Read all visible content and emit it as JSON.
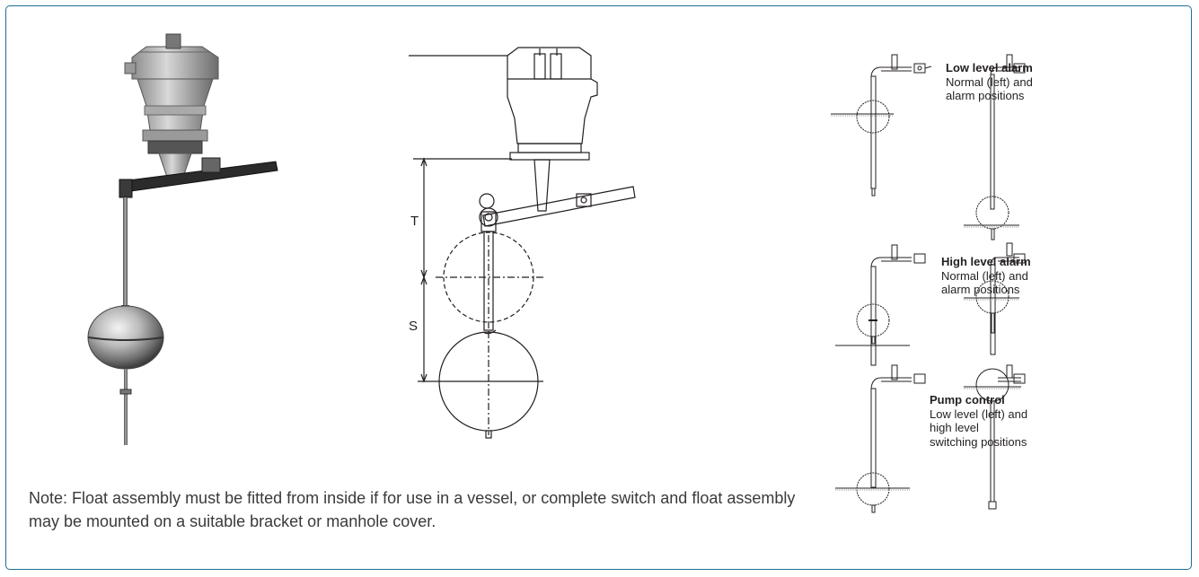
{
  "note": "Note: Float assembly must be fitted from inside if for use in a vessel, or complete switch and float assembly may be mounted on a suitable bracket or manhole cover.",
  "dimensions": {
    "t": "T",
    "s": "S"
  },
  "captions": [
    {
      "title": "Low level alarm",
      "line1": "Normal (left) and",
      "line2": "alarm positions"
    },
    {
      "title": "High level alarm",
      "line1": "Normal (left) and",
      "line2": "alarm positions"
    },
    {
      "title": "Pump control",
      "line1": "Low level (left) and",
      "line2": "high level",
      "line3": "switching  positions"
    }
  ]
}
